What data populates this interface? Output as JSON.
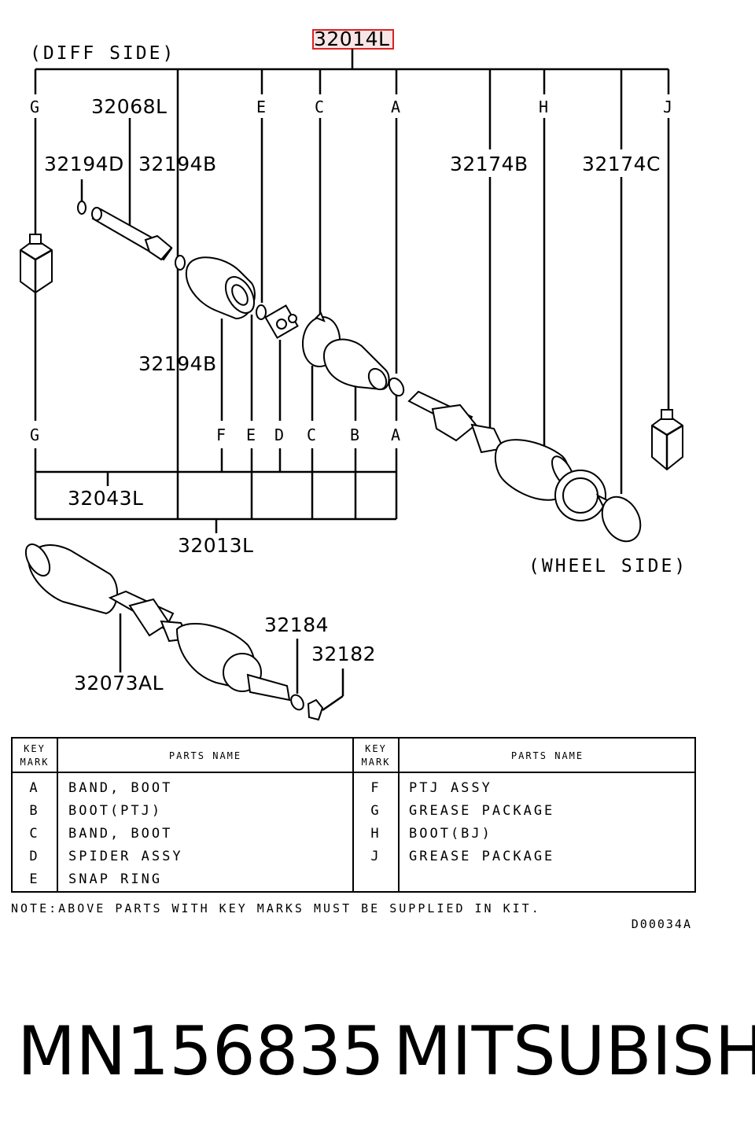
{
  "diagram": {
    "diff_side": "(DIFF SIDE)",
    "wheel_side": "(WHEEL SIDE)",
    "highlighted_part": "32014L",
    "part_numbers": {
      "p32068L": "32068L",
      "p32194D": "32194D",
      "p32194B_top": "32194B",
      "p32194B_mid": "32194B",
      "p32174B": "32174B",
      "p32174C": "32174C",
      "p32043L": "32043L",
      "p32013L": "32013L",
      "p32184": "32184",
      "p32182": "32182",
      "p32073AL": "32073AL"
    },
    "top_keys": [
      "G",
      "E",
      "C",
      "A",
      "H",
      "J"
    ],
    "bottom_keys": [
      "G",
      "F",
      "E",
      "D",
      "C",
      "B",
      "A"
    ],
    "highlight_color": "#d22222"
  },
  "table": {
    "header_key_line1": "KEY",
    "header_key_line2": "MARK",
    "header_name": "PARTS NAME",
    "left_rows": [
      {
        "key": "A",
        "name": "BAND, BOOT"
      },
      {
        "key": "B",
        "name": "BOOT(PTJ)"
      },
      {
        "key": "C",
        "name": "BAND, BOOT"
      },
      {
        "key": "D",
        "name": "SPIDER ASSY"
      },
      {
        "key": "E",
        "name": "SNAP RING"
      }
    ],
    "right_rows": [
      {
        "key": "F",
        "name": "PTJ ASSY"
      },
      {
        "key": "G",
        "name": "GREASE PACKAGE"
      },
      {
        "key": "H",
        "name": "BOOT(BJ)"
      },
      {
        "key": "J",
        "name": "GREASE PACKAGE"
      }
    ]
  },
  "note": "NOTE:ABOVE PARTS WITH KEY MARKS MUST BE SUPPLIED IN KIT.",
  "diagram_code": "D00034A",
  "caption": {
    "part_number": "MN156835",
    "brand": "MITSUBISHI"
  }
}
